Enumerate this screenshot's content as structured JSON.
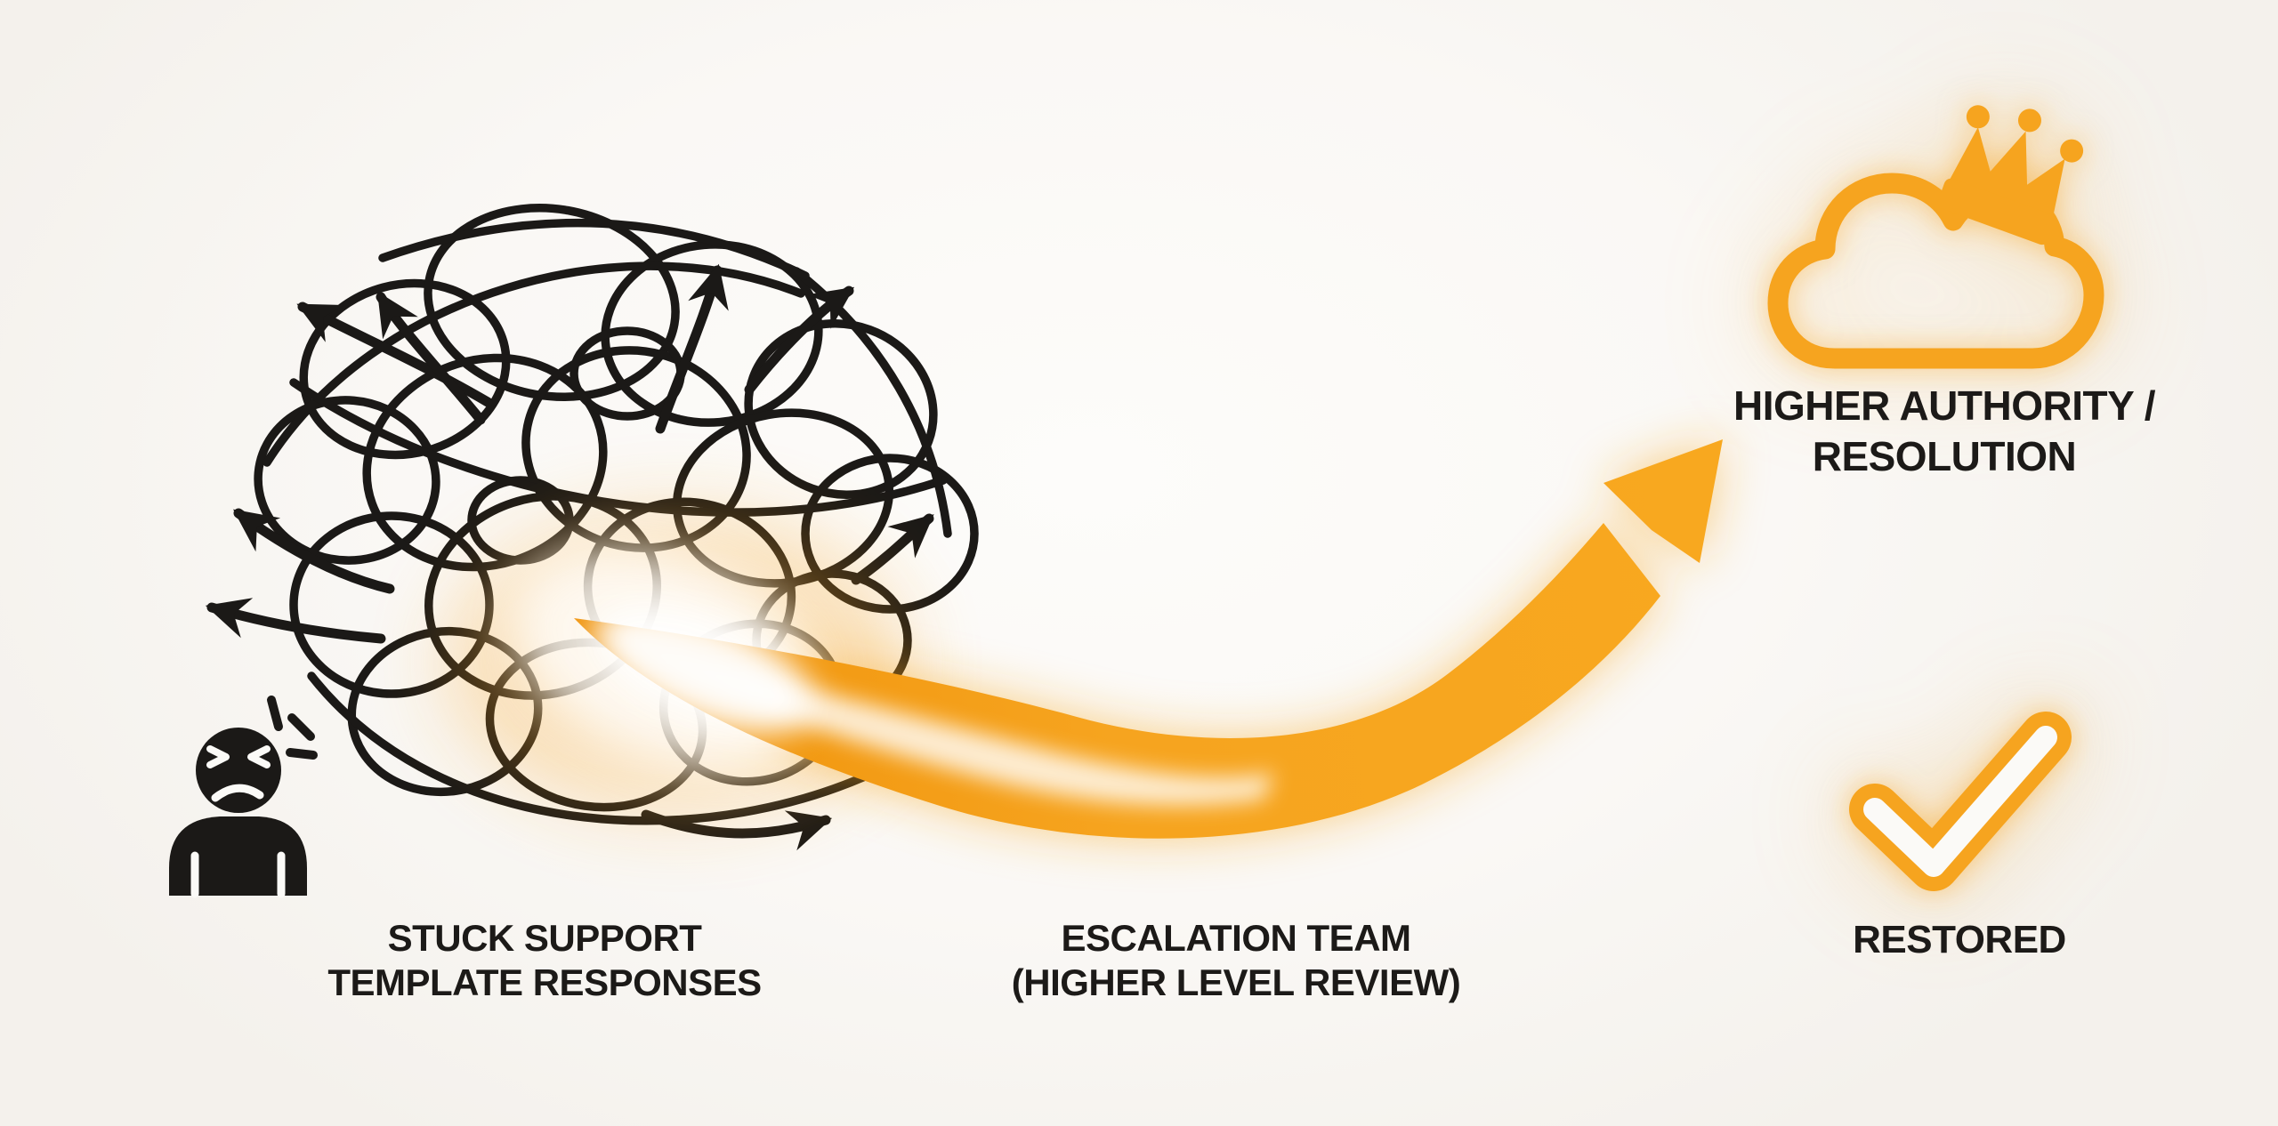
{
  "palette": {
    "orange": "#F6A41F",
    "orange_deep": "#F0930B",
    "orange_light": "#F9AE31",
    "ink": "#1B1917",
    "background": "#FAF8F5",
    "highlight": "#FFFFFF"
  },
  "stages": {
    "stuck": {
      "line1": "STUCK SUPPORT",
      "line2": "TEMPLATE RESPONSES"
    },
    "escalation": {
      "line1": "ESCALATION TEAM",
      "line2": "(HIGHER LEVEL REVIEW)"
    },
    "authority": {
      "line1": "HIGHER AUTHORITY /",
      "line2": "RESOLUTION"
    },
    "restored": {
      "label": "RESTORED"
    }
  },
  "icons": {
    "angry_user": "angry-user-icon",
    "tangle": "tangled-scribble",
    "escalation_arrow": "escalation-swoosh-arrow-icon",
    "cloud_crown": "crowned-cloud-icon",
    "check": "checkmark-icon"
  }
}
